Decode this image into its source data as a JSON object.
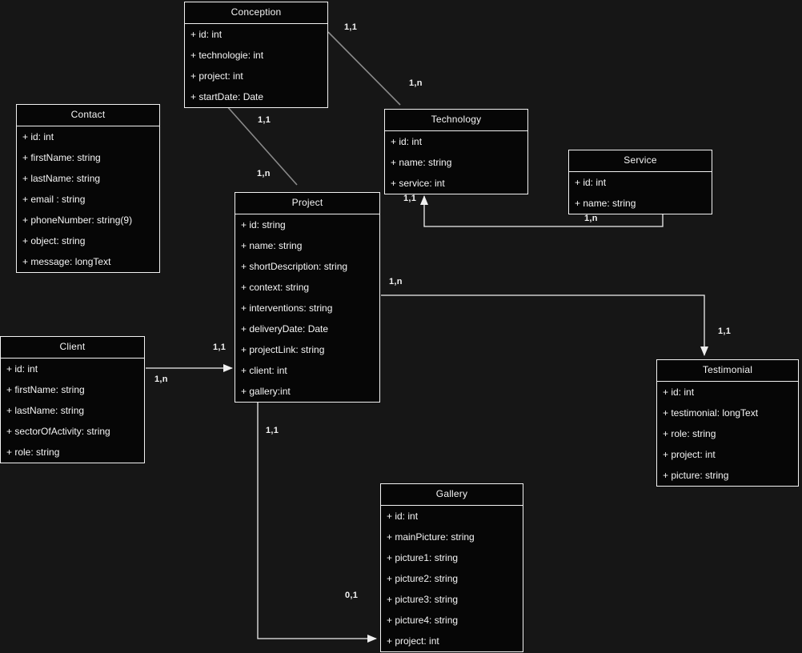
{
  "diagram": {
    "kind": "uml-entity-relationship-diagram",
    "colors": {
      "background": "#161616",
      "entity_fill": "#060606",
      "entity_border": "#f2f2f2",
      "text": "#f5f5f5",
      "diagonal_edge": "#8a8a8a",
      "orthogonal_edge": "#efefef"
    },
    "entities": [
      {
        "name": "Conception",
        "fields": [
          "+ id: int",
          "+ technologie: int",
          "+ project: int",
          "+ startDate: Date"
        ]
      },
      {
        "name": "Contact",
        "fields": [
          "+ id: int",
          "+ firstName: string",
          "+ lastName: string",
          "+ email : string",
          "+ phoneNumber: string(9)",
          "+ object: string",
          "+ message: longText"
        ]
      },
      {
        "name": "Technology",
        "fields": [
          "+ id: int",
          "+ name: string",
          "+ service: int"
        ]
      },
      {
        "name": "Service",
        "fields": [
          "+ id: int",
          "+ name: string"
        ]
      },
      {
        "name": "Project",
        "fields": [
          "+ id: string",
          "+ name: string",
          "+ shortDescription: string",
          "+ context: string",
          "+ interventions: string",
          "+ deliveryDate: Date",
          "+ projectLink: string",
          "+ client: int",
          "+ gallery:int"
        ]
      },
      {
        "name": "Client",
        "fields": [
          "+ id: int",
          "+ firstName: string",
          "+ lastName: string",
          "+ sectorOfActivity: string",
          "+ role: string"
        ]
      },
      {
        "name": "Testimonial",
        "fields": [
          "+ id: int",
          "+ testimonial: longText",
          "+ role: string",
          "+ project: int",
          "+ picture: string"
        ]
      },
      {
        "name": "Gallery",
        "fields": [
          "+ id: int",
          "+ mainPicture: string",
          "+ picture1: string",
          "+ picture2: string",
          "+ picture3: string",
          "+ picture4: string",
          "+ project: int"
        ]
      }
    ],
    "connectors": [
      {
        "id": "conception-technology",
        "source": "Conception",
        "target": "Technology",
        "source_label": "1,1",
        "target_label": "1,n",
        "style": "plain-diagonal"
      },
      {
        "id": "conception-project",
        "source": "Conception",
        "target": "Project",
        "source_label": "1,1",
        "target_label": "1,n",
        "style": "plain-diagonal"
      },
      {
        "id": "client-project",
        "source": "Client",
        "target": "Project",
        "source_label": "1,n",
        "target_label": "1,1",
        "style": "arrow-into-target"
      },
      {
        "id": "project-testimonial",
        "source": "Project",
        "target": "Testimonial",
        "source_label": "1,n",
        "target_label": "1,1",
        "style": "arrow-into-target"
      },
      {
        "id": "project-gallery",
        "source": "Project",
        "target": "Gallery",
        "source_label": "1,1",
        "target_label": "0,1",
        "style": "arrow-into-target"
      },
      {
        "id": "service-technology",
        "source": "Service",
        "target": "Technology",
        "source_label": "1,n",
        "target_label": "1,1",
        "style": "arrow-into-target"
      }
    ]
  }
}
